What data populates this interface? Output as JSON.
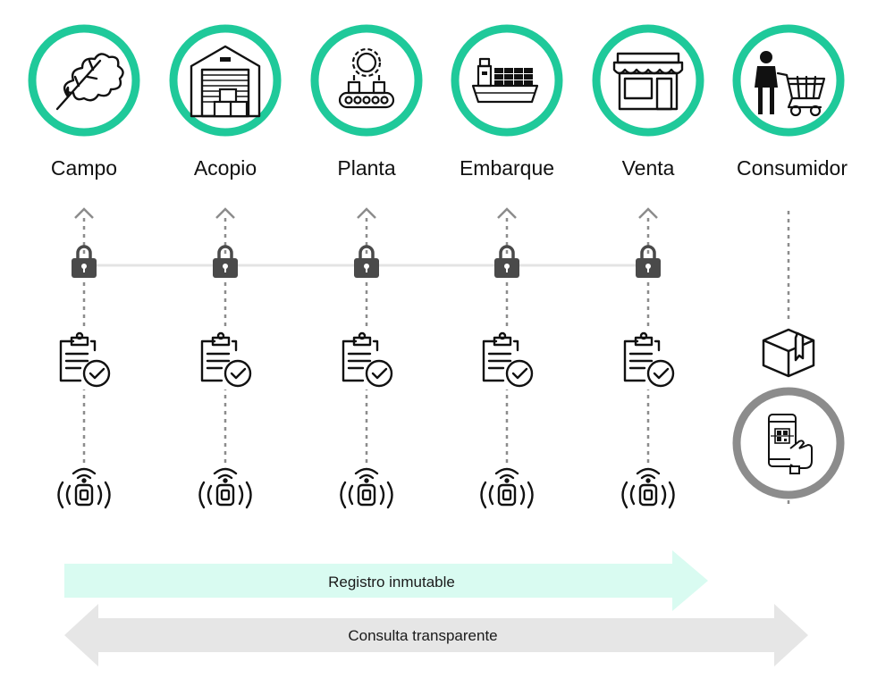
{
  "colors": {
    "accent": "#1fc99a",
    "consumer_ring": "#8c8c8c",
    "registro_bar": "#d9fbf1",
    "consulta_bar": "#e6e6e6",
    "lock": "#4a4a4a",
    "chain_line": "#e4e4e4",
    "dash": "#8c8c8c"
  },
  "stages": [
    {
      "label": "Campo",
      "icon": "leaf-branch-icon"
    },
    {
      "label": "Acopio",
      "icon": "warehouse-icon"
    },
    {
      "label": "Planta",
      "icon": "factory-conveyor-icon"
    },
    {
      "label": "Embarque",
      "icon": "cargo-ship-icon"
    },
    {
      "label": "Venta",
      "icon": "storefront-icon"
    }
  ],
  "consumer": {
    "label": "Consumidor",
    "icon": "shopper-cart-icon",
    "package_icon": "package-box-icon",
    "scan_icon": "phone-qr-scan-icon"
  },
  "bars": {
    "registro": "Registro inmutable",
    "consulta": "Consulta transparente"
  }
}
